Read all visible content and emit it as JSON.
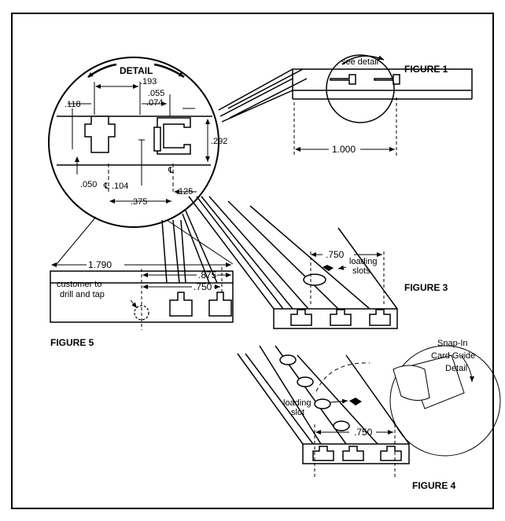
{
  "detail": {
    "title": "DETAIL",
    "dims": {
      "d193": ".193",
      "d055": ".055",
      "d074": ".074",
      "d118": ".118",
      "d292": ".292",
      "d050": ".050",
      "d104": ".104",
      "d125": ".125",
      "d375": ".375"
    },
    "centerline": "℄"
  },
  "figure1": {
    "label": "FIGURE 1",
    "see_detail": "see detail",
    "dim": "1.000"
  },
  "figure3": {
    "label": "FIGURE 3",
    "dim": ".750",
    "note_line1": "loading",
    "note_line2": "slots"
  },
  "figure4": {
    "label": "FIGURE 4",
    "dim": ".750",
    "note_line1": "loading",
    "note_line2": "slot",
    "snap_line1": "Snap-In",
    "snap_line2": "Card Guide",
    "snap_line3": "Detail"
  },
  "figure5": {
    "label": "FIGURE 5",
    "dim_overall": "1.790",
    "dim_875": ".875",
    "dim_750": ".750",
    "note_line1": "customer to",
    "note_line2": "drill and tap"
  },
  "colors": {
    "ink": "#000000",
    "paper": "#ffffff"
  }
}
